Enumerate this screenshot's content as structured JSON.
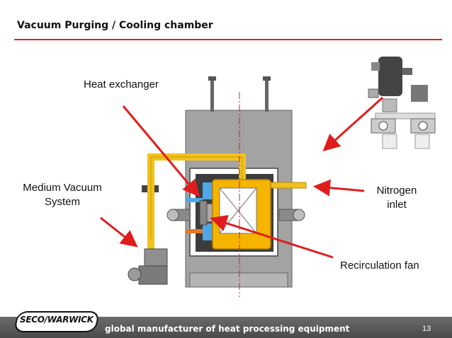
{
  "slide": {
    "title": "Vacuum Purging / Cooling chamber",
    "page_number": "13"
  },
  "labels": {
    "heat_exchanger": "Heat exchanger",
    "medium_vacuum_line1": "Medium Vacuum",
    "medium_vacuum_line2": "System",
    "nitrogen_line1": "Nitrogen",
    "nitrogen_line2": "inlet",
    "recirculation_fan": "Recirculation fan"
  },
  "footer": {
    "logo_text": "SECO/WARWICK",
    "tagline": "global manufacturer of heat processing equipment"
  },
  "colors": {
    "accent_red": "#c62828",
    "duct_yellow": "#f2c21a",
    "chamber_gray": "#9e9e9e",
    "heat_exchanger_blue": "#4ea7e6"
  }
}
